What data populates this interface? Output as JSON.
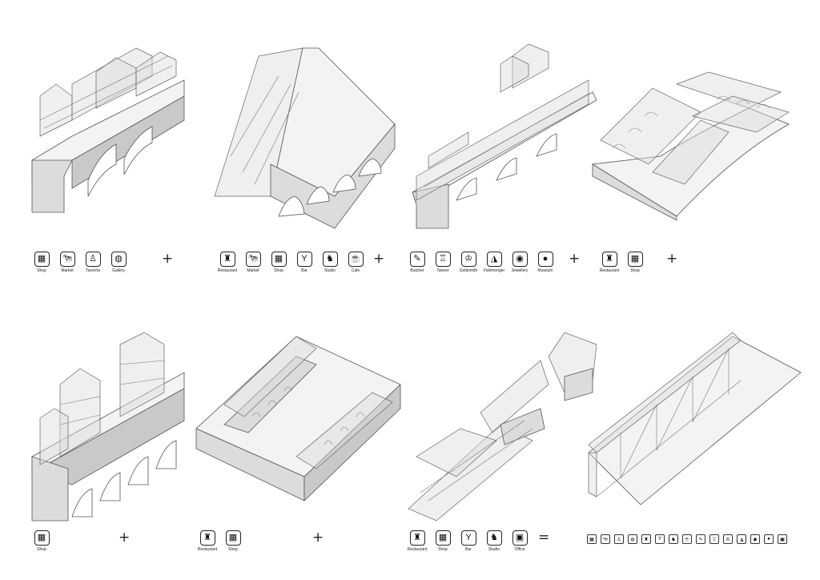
{
  "rows": [
    {
      "groups": [
        {
          "icons": [
            {
              "name": "shop-icon",
              "glyph": "▦",
              "label": "Shop"
            },
            {
              "name": "market-icon",
              "glyph": "🐄",
              "label": "Market"
            },
            {
              "name": "taverna-icon",
              "glyph": "♙",
              "label": "Taverna"
            },
            {
              "name": "gallery-icon",
              "glyph": "◍",
              "label": "Gallery"
            }
          ]
        },
        {
          "icons": [
            {
              "name": "restaurant-icon",
              "glyph": "♜",
              "label": "Restaurant"
            },
            {
              "name": "market-icon",
              "glyph": "🐄",
              "label": "Market"
            },
            {
              "name": "shop-icon",
              "glyph": "▦",
              "label": "Shop"
            },
            {
              "name": "bar-icon",
              "glyph": "Y",
              "label": "Bar"
            },
            {
              "name": "studio-icon",
              "glyph": "♞",
              "label": "Studio"
            },
            {
              "name": "cafe-icon",
              "glyph": "☕",
              "label": "Cafe"
            }
          ]
        },
        {
          "icons": [
            {
              "name": "butcher-icon",
              "glyph": "✎",
              "label": "Butcher"
            },
            {
              "name": "tanner-icon",
              "glyph": "♖",
              "label": "Tanner"
            },
            {
              "name": "goldsmith-icon",
              "glyph": "♔",
              "label": "Goldsmith"
            },
            {
              "name": "fishmonger-icon",
              "glyph": "◮",
              "label": "Fishmonger"
            },
            {
              "name": "jewellery-icon",
              "glyph": "◉",
              "label": "Jewellery"
            },
            {
              "name": "museum-icon",
              "glyph": "●",
              "label": "Museum"
            }
          ]
        },
        {
          "icons": [
            {
              "name": "restaurant-icon",
              "glyph": "♜",
              "label": "Restaurant"
            },
            {
              "name": "shop-icon",
              "glyph": "▦",
              "label": "Shop"
            }
          ]
        }
      ],
      "operators": [
        "+",
        "+",
        "+",
        "+"
      ]
    },
    {
      "groups": [
        {
          "icons": [
            {
              "name": "shop-icon",
              "glyph": "▦",
              "label": "Shop"
            }
          ]
        },
        {
          "icons": [
            {
              "name": "restaurant-icon",
              "glyph": "♜",
              "label": "Restaurant"
            },
            {
              "name": "shop-icon",
              "glyph": "▦",
              "label": "Shop"
            }
          ]
        },
        {
          "icons": [
            {
              "name": "restaurant-icon",
              "glyph": "♜",
              "label": "Restaurant"
            },
            {
              "name": "shop-icon",
              "glyph": "▦",
              "label": "Shop"
            },
            {
              "name": "bar-icon",
              "glyph": "Y",
              "label": "Bar"
            },
            {
              "name": "studio-icon",
              "glyph": "♞",
              "label": "Studio"
            },
            {
              "name": "office-icon",
              "glyph": "▣",
              "label": "Office"
            }
          ]
        }
      ],
      "operators": [
        "+",
        "+",
        "="
      ]
    }
  ],
  "summary_icons": [
    "▦",
    "🐄",
    "♙",
    "◍",
    "♜",
    "Y",
    "♞",
    "☕",
    "✎",
    "♖",
    "♔",
    "◮",
    "◉",
    "●",
    "▣"
  ]
}
